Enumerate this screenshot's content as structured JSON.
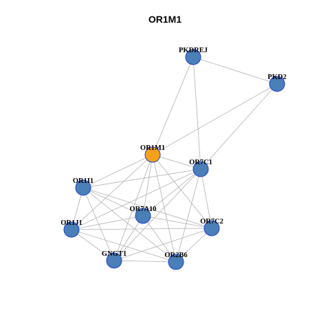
{
  "title": "OR1M1",
  "colors": {
    "node": "#4a7fb8",
    "query_node": "#f5a01a",
    "node_border": "#1f3fd0",
    "edge": "#b0b0b0"
  },
  "nodes": [
    {
      "id": "PKDREJ",
      "label": "PKDREJ",
      "query": false
    },
    {
      "id": "PKD2",
      "label": "PKD2",
      "query": false
    },
    {
      "id": "OR1M1",
      "label": "OR1M1",
      "query": true
    },
    {
      "id": "OR7C1",
      "label": "OR7C1",
      "query": false
    },
    {
      "id": "OR1I1",
      "label": "OR1I1",
      "query": false
    },
    {
      "id": "OR7A10",
      "label": "OR7A10",
      "query": false
    },
    {
      "id": "OR1J1",
      "label": "OR1J1",
      "query": false
    },
    {
      "id": "OR7C2",
      "label": "OR7C2",
      "query": false
    },
    {
      "id": "GNGT1",
      "label": "GNGT1",
      "query": false
    },
    {
      "id": "OR2B6",
      "label": "OR2B6",
      "query": false
    }
  ],
  "edges": [
    [
      "PKDREJ",
      "PKD2"
    ],
    [
      "PKDREJ",
      "OR1M1"
    ],
    [
      "PKDREJ",
      "OR7C1"
    ],
    [
      "PKD2",
      "OR1M1"
    ],
    [
      "PKD2",
      "OR7C1"
    ],
    [
      "OR1M1",
      "OR7C1"
    ],
    [
      "OR1M1",
      "OR1I1"
    ],
    [
      "OR1M1",
      "OR7A10"
    ],
    [
      "OR1M1",
      "OR1J1"
    ],
    [
      "OR1M1",
      "OR7C2"
    ],
    [
      "OR1M1",
      "GNGT1"
    ],
    [
      "OR1M1",
      "OR2B6"
    ],
    [
      "OR7C1",
      "OR1I1"
    ],
    [
      "OR7C1",
      "OR7A10"
    ],
    [
      "OR7C1",
      "OR1J1"
    ],
    [
      "OR7C1",
      "OR7C2"
    ],
    [
      "OR7C1",
      "GNGT1"
    ],
    [
      "OR7C1",
      "OR2B6"
    ],
    [
      "OR1I1",
      "OR7A10"
    ],
    [
      "OR1I1",
      "OR1J1"
    ],
    [
      "OR1I1",
      "OR7C2"
    ],
    [
      "OR1I1",
      "GNGT1"
    ],
    [
      "OR1I1",
      "OR2B6"
    ],
    [
      "OR7A10",
      "OR1J1"
    ],
    [
      "OR7A10",
      "OR7C2"
    ],
    [
      "OR7A10",
      "GNGT1"
    ],
    [
      "OR7A10",
      "OR2B6"
    ],
    [
      "OR1J1",
      "OR7C2"
    ],
    [
      "OR1J1",
      "GNGT1"
    ],
    [
      "OR1J1",
      "OR2B6"
    ],
    [
      "OR7C2",
      "GNGT1"
    ],
    [
      "OR7C2",
      "OR2B6"
    ],
    [
      "GNGT1",
      "OR2B6"
    ]
  ]
}
